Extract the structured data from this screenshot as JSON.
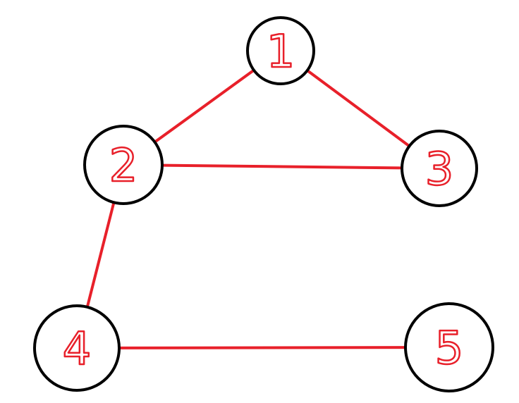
{
  "diagram": {
    "type": "undirected-graph",
    "edge_color": "#e8202a",
    "node_border_color": "#000000",
    "label_color": "#e8202a",
    "nodes": [
      {
        "id": "n1",
        "label": "1"
      },
      {
        "id": "n2",
        "label": "2"
      },
      {
        "id": "n3",
        "label": "3"
      },
      {
        "id": "n4",
        "label": "4"
      },
      {
        "id": "n5",
        "label": "5"
      }
    ],
    "edges": [
      {
        "from": "n1",
        "to": "n2"
      },
      {
        "from": "n1",
        "to": "n3"
      },
      {
        "from": "n2",
        "to": "n3"
      },
      {
        "from": "n2",
        "to": "n4"
      },
      {
        "from": "n4",
        "to": "n5"
      }
    ]
  }
}
